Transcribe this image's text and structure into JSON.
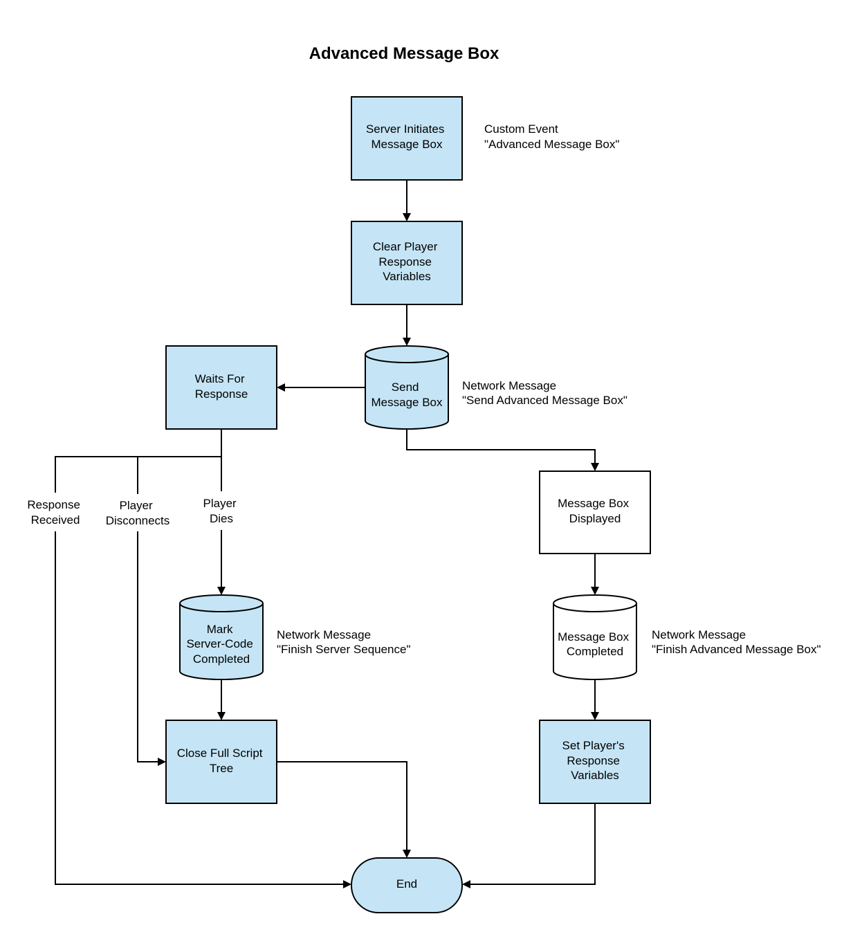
{
  "title": "Advanced Message Box",
  "colors": {
    "fill_blue": "#c5e5f6",
    "fill_white": "#ffffff",
    "stroke": "#000000"
  },
  "nodes": {
    "server_initiates": {
      "lines": [
        "Server Initiates",
        "Message Box"
      ]
    },
    "clear_player": {
      "lines": [
        "Clear Player",
        "Response",
        "Variables"
      ]
    },
    "send_message_box": {
      "lines": [
        "Send",
        "Message Box"
      ]
    },
    "waits_for_response": {
      "lines": [
        "Waits For",
        "Response"
      ]
    },
    "message_box_displayed": {
      "lines": [
        "Message Box",
        "Displayed"
      ]
    },
    "mark_server_code": {
      "lines": [
        "Mark",
        "Server-Code",
        "Completed"
      ]
    },
    "message_box_completed": {
      "lines": [
        "Message Box",
        "Completed"
      ]
    },
    "close_full_script": {
      "lines": [
        "Close Full Script",
        "Tree"
      ]
    },
    "set_player_response": {
      "lines": [
        "Set Player's",
        "Response",
        "Variables"
      ]
    },
    "end": {
      "lines": [
        "End"
      ]
    }
  },
  "notes": {
    "custom_event": {
      "lines": [
        "Custom Event",
        "\"Advanced Message Box\""
      ]
    },
    "network_send": {
      "lines": [
        "Network Message",
        "\"Send Advanced Message Box\""
      ]
    },
    "network_finish_server": {
      "lines": [
        "Network Message",
        "\"Finish Server Sequence\""
      ]
    },
    "network_finish_amb": {
      "lines": [
        "Network Message",
        "\"Finish Advanced Message Box\""
      ]
    }
  },
  "edge_labels": {
    "response_received": {
      "lines": [
        "Response",
        "Received"
      ]
    },
    "player_disconnects": {
      "lines": [
        "Player",
        "Disconnects"
      ]
    },
    "player_dies": {
      "lines": [
        "Player",
        "Dies"
      ]
    }
  }
}
